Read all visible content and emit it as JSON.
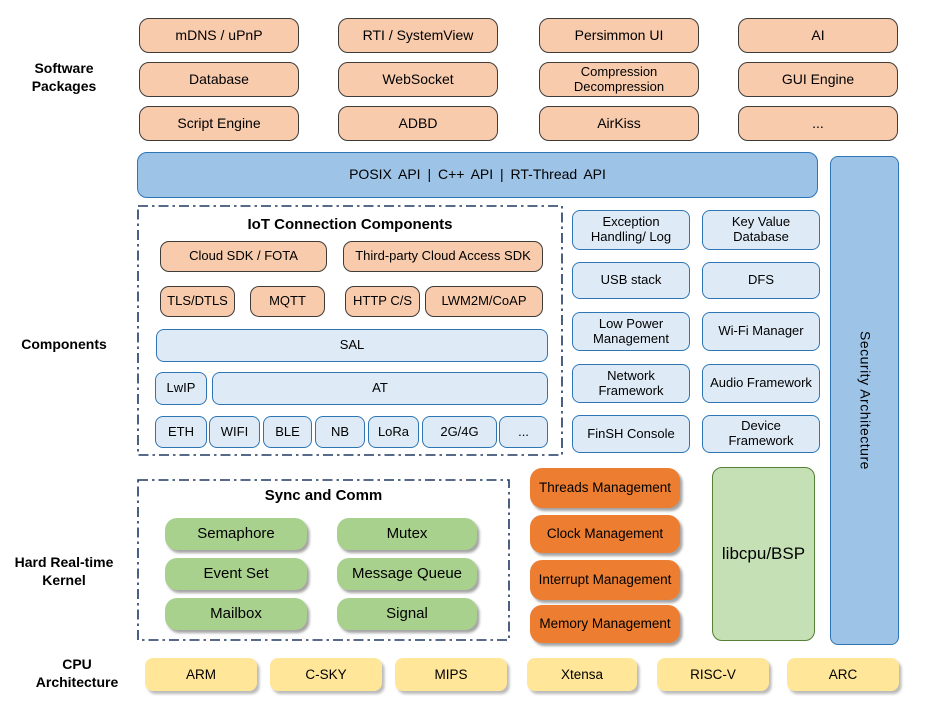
{
  "left_labels": {
    "software_packages": "Software Packages",
    "components": "Components",
    "kernel": "Hard Real-time Kernel",
    "cpu": "CPU Architecture"
  },
  "software_packages": {
    "boxes": [
      "mDNS / uPnP",
      "RTI / SystemView",
      "Persimmon UI",
      "AI",
      "Database",
      "WebSocket",
      "Compression Decompression",
      "GUI Engine",
      "Script Engine",
      "ADBD",
      "AirKiss",
      "..."
    ]
  },
  "api_bar": {
    "label": "POSIX API | C++ API | RT-Thread API"
  },
  "security_bar": {
    "label": "Security Architecture"
  },
  "iot": {
    "title": "IoT Connection Components",
    "row1": [
      "Cloud SDK / FOTA",
      "Third-party Cloud Access SDK"
    ],
    "row2": [
      "TLS/DTLS",
      "MQTT",
      "HTTP C/S",
      "LWM2M/CoAP"
    ],
    "sal": "SAL",
    "lwip": "LwIP",
    "at": "AT",
    "links": [
      "ETH",
      "WIFI",
      "BLE",
      "NB",
      "LoRa",
      "2G/4G",
      "..."
    ]
  },
  "services": [
    "Exception Handling/ Log",
    "Key Value Database",
    "USB stack",
    "DFS",
    "Low Power Management",
    "Wi-Fi Manager",
    "Network Framework",
    "Audio Framework",
    "FinSH Console",
    "Device Framework"
  ],
  "kernel": {
    "title": "Sync and Comm",
    "sync": [
      "Semaphore",
      "Mutex",
      "Event Set",
      "Message Queue",
      "Mailbox",
      "Signal"
    ],
    "management": [
      "Threads Management",
      "Clock Management",
      "Interrupt Management",
      "Memory Management"
    ],
    "libcpu": "libcpu/BSP"
  },
  "cpu": [
    "ARM",
    "C-SKY",
    "MIPS",
    "Xtensa",
    "RISC-V",
    "ARC"
  ],
  "palette": {
    "package_fill": "#F8CBAD",
    "package_border": "#3f3b38",
    "api_fill": "#9DC3E6",
    "api_border": "#2E75B6",
    "service_fill": "#DEEBF7",
    "sync_fill": "#A9D18E",
    "management_fill": "#ED7D31",
    "libcpu_fill": "#C5E0B4",
    "libcpu_border": "#538135",
    "cpu_fill": "#FFE699",
    "dash_border": "#203864",
    "text": "#000000"
  }
}
